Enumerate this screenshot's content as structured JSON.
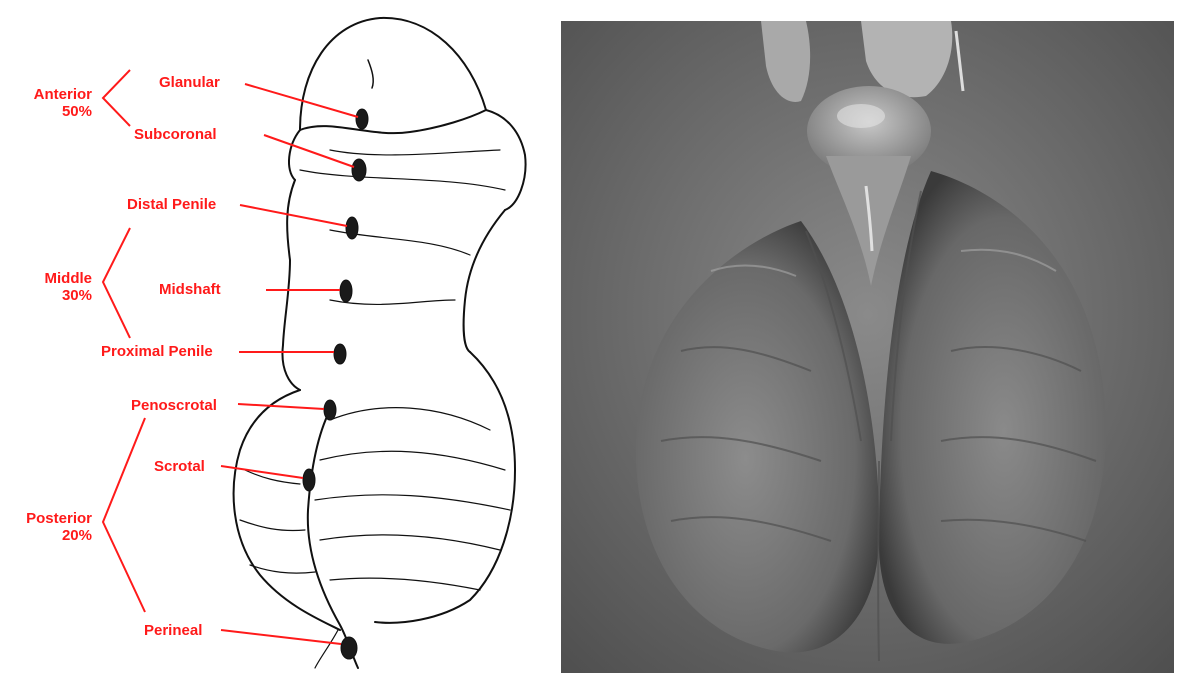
{
  "diagram": {
    "labels": {
      "glanular": "Glanular",
      "subcoronal": "Subcoronal",
      "distal_penile": "Distal Penile",
      "midshaft": "Midshaft",
      "proximal_penile": "Proximal Penile",
      "penoscrotal": "Penoscrotal",
      "scrotal": "Scrotal",
      "perineal": "Perineal"
    },
    "groups": {
      "anterior": {
        "name": "Anterior",
        "pct": "50%"
      },
      "middle": {
        "name": "Middle",
        "pct": "30%"
      },
      "posterior": {
        "name": "Posterior",
        "pct": "20%"
      }
    }
  },
  "colors": {
    "label_red": "#ff1a1a",
    "line_black": "#111111",
    "photo_gray": "#6c6c6c"
  }
}
